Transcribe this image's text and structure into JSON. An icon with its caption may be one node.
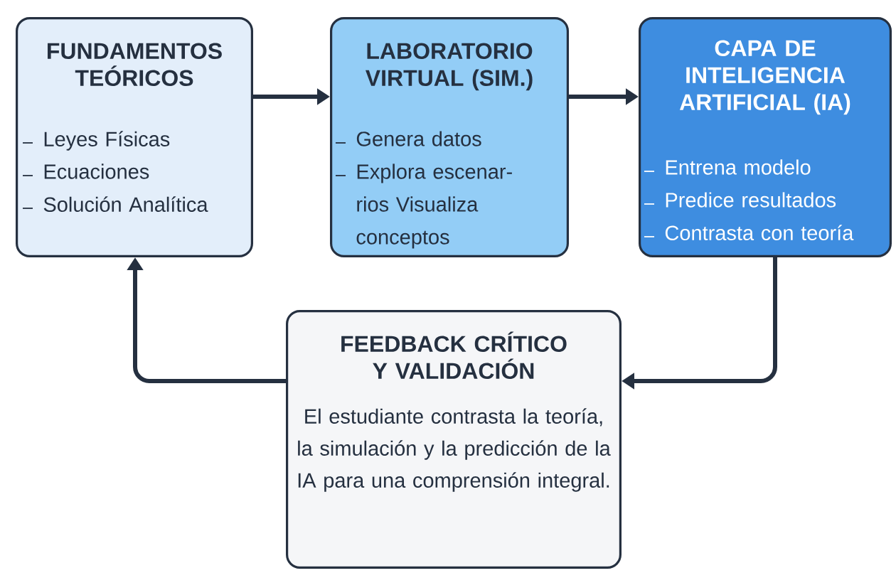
{
  "diagram": {
    "nodes": [
      {
        "text": [
          "FUNDAMENTOS TEÓRICOS",
          "Leyes Físicas",
          "Ecuaciones",
          "Solución Analítica"
        ]
      },
      {
        "text": [
          "LABORATORIO VIRTUAL (SIM.)",
          "Genera datos",
          "Explora escenar- rios Visualiza conceptos"
        ]
      },
      {
        "text": [
          "CAPA DE INTELIGENCIA ARTIFICIAL (IA)",
          "Entrena modelo",
          "Predice resultados",
          "Contrasta con teoría"
        ]
      },
      {
        "text": [
          "FEEDBACK CRÍTICO Y VALIDACIÓN",
          "El estudiante contrasta la teoría, la simulación y la predicción de la IA para una comprensión integral."
        ]
      }
    ],
    "edges": [
      {
        "from": 0,
        "to": 1,
        "arrow": "to"
      },
      {
        "from": 1,
        "to": 2,
        "arrow": "to"
      },
      {
        "from": 2,
        "to": 3,
        "arrow": "to"
      },
      {
        "from": 3,
        "to": 0,
        "arrow": "to"
      }
    ]
  }
}
